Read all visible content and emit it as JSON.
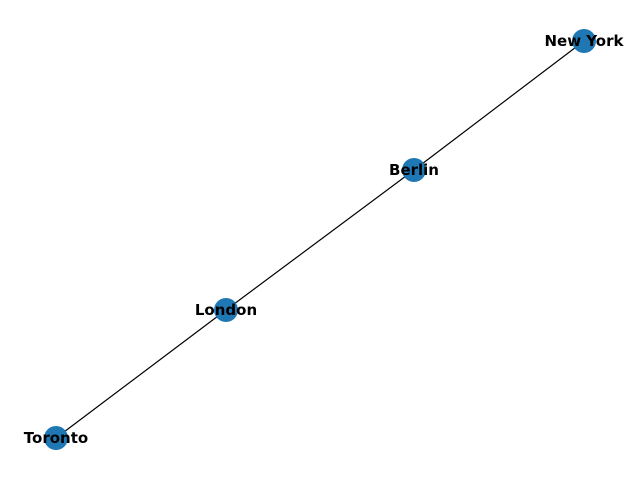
{
  "graph": {
    "node_color": "#1f77b4",
    "edge_color": "#000000",
    "nodes": [
      {
        "id": "new-york",
        "label": "New York"
      },
      {
        "id": "berlin",
        "label": "Berlin"
      },
      {
        "id": "london",
        "label": "London"
      },
      {
        "id": "toronto",
        "label": "Toronto"
      }
    ],
    "edges": [
      {
        "source": "new-york",
        "target": "berlin"
      },
      {
        "source": "berlin",
        "target": "london"
      },
      {
        "source": "london",
        "target": "toronto"
      }
    ]
  }
}
